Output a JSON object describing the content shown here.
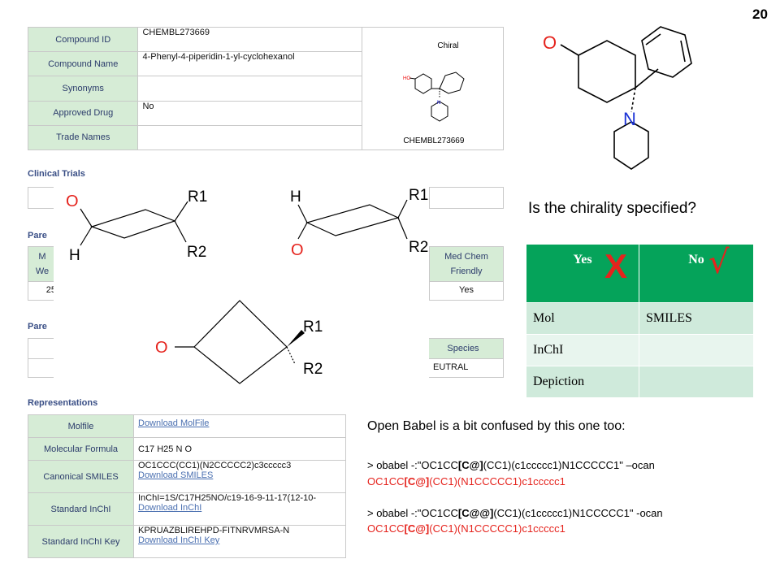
{
  "slide_number": "20",
  "compound_table": {
    "rows": [
      {
        "label": "Compound ID",
        "value": "CHEMBL273669"
      },
      {
        "label": "Compound Name",
        "value": "4-Phenyl-4-piperidin-1-yl-cyclohexanol"
      },
      {
        "label": "Synonyms",
        "value": ""
      },
      {
        "label": "Approved Drug",
        "value": "No"
      },
      {
        "label": "Trade Names",
        "value": ""
      }
    ],
    "structure_label": "Chiral",
    "structure_caption": "CHEMBL273669",
    "structure_atoms": {
      "ho": "HO",
      "n": "N"
    }
  },
  "sections": {
    "clinical_trials": "Clinical Trials",
    "parent1": "Pare",
    "parent2": "Pare",
    "representations": "Representations"
  },
  "partial_cells": {
    "mw_top": "M",
    "mw_bottom": "We",
    "row_value": "25",
    "med_chem_1": "Med Chem",
    "med_chem_2": "Friendly",
    "med_chem_value": "Yes",
    "species": "Species",
    "species_value": "EUTRAL"
  },
  "representations": {
    "rows": [
      {
        "label": "Molfile",
        "lines": [],
        "links": [
          "Download MolFile"
        ]
      },
      {
        "label": "Molecular Formula",
        "lines": [
          "C17 H25 N O"
        ],
        "links": []
      },
      {
        "label": "Canonical SMILES",
        "lines": [
          "OC1CCC(CC1)(N2CCCCC2)c3ccccc3"
        ],
        "links": [
          "Download SMILES"
        ]
      },
      {
        "label": "Standard InChI",
        "lines": [
          "InChI=1S/C17H25NO/c19-16-9-11-17(12-10-"
        ],
        "links": [
          "Download InChI"
        ]
      },
      {
        "label": "Standard InChI Key",
        "lines": [
          "KPRUAZBLIREHPD-FITNRVMRSA-N"
        ],
        "links": [
          "Download InChI Key"
        ]
      }
    ]
  },
  "diagrams": {
    "left": {
      "top_left": "O",
      "bottom_left": "H",
      "top_right": "R1",
      "bottom_right": "R2"
    },
    "middle": {
      "top_left": "H",
      "bottom_left": "O",
      "top_right": "R1",
      "bottom_right": "R2"
    },
    "square": {
      "left": "O",
      "top_right": "R1",
      "bottom_right": "R2"
    },
    "big": {
      "o": "O",
      "n": "N"
    }
  },
  "question": "Is the chirality specified?",
  "chirality_table": {
    "yes_label": "Yes",
    "no_label": "No",
    "yes_mark": "X",
    "no_mark": "√",
    "rows": [
      {
        "yes": "Mol",
        "no": "SMILES"
      },
      {
        "yes": "InChI",
        "no": ""
      },
      {
        "yes": "Depiction",
        "no": ""
      }
    ]
  },
  "babel": {
    "title": "Open Babel is a bit confused by this one too:",
    "cmd1_pre": "> obabel -:\"OC1CC",
    "cmd1_bold": "[C@]",
    "cmd1_post": "(CC1)(c1ccccc1)N1CCCCC1\" –ocan",
    "out1_pre": "OC1CC",
    "out1_bold": "[C@]",
    "out1_post": "(CC1)(N1CCCCC1)c1ccccc1",
    "cmd2_pre": "> obabel -:\"OC1CC",
    "cmd2_bold": "[C@@]",
    "cmd2_post": "(CC1)(c1ccccc1)N1CCCCC1\" -ocan",
    "out2_pre": "OC1CC",
    "out2_bold": "[C@]",
    "out2_post": "(CC1)(N1CCCCC1)c1ccccc1"
  },
  "colors": {
    "label_bg": "#d6ecd6",
    "label_text": "#2b3b6b",
    "section_text": "#3a4f86",
    "link": "#4a6fb0",
    "table_header": "#05a35a",
    "red": "#e5231d"
  }
}
